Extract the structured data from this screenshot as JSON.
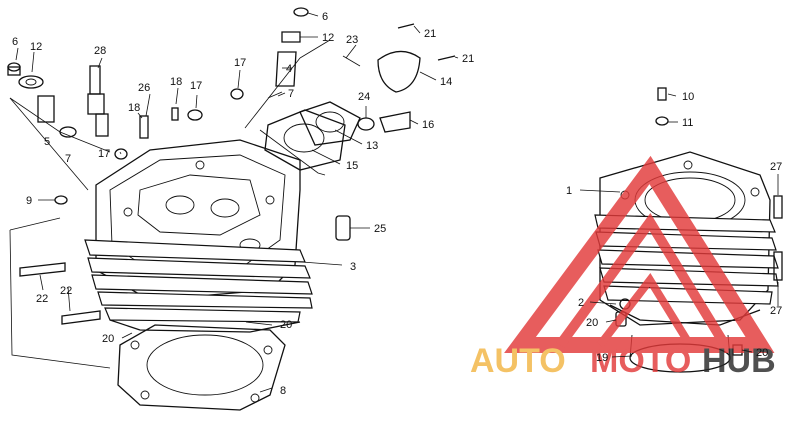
{
  "diagram": {
    "callouts": [
      {
        "id": "c6a",
        "text": "6"
      },
      {
        "id": "c12a",
        "text": "12"
      },
      {
        "id": "c5",
        "text": "5"
      },
      {
        "id": "c7a",
        "text": "7"
      },
      {
        "id": "c28",
        "text": "28"
      },
      {
        "id": "c26",
        "text": "26"
      },
      {
        "id": "c18a",
        "text": "18"
      },
      {
        "id": "c17a",
        "text": "17"
      },
      {
        "id": "c18b",
        "text": "18"
      },
      {
        "id": "c17b",
        "text": "17"
      },
      {
        "id": "c17c",
        "text": "17"
      },
      {
        "id": "c9",
        "text": "9"
      },
      {
        "id": "c22a",
        "text": "22"
      },
      {
        "id": "c22b",
        "text": "22"
      },
      {
        "id": "c20a",
        "text": "20"
      },
      {
        "id": "c20b",
        "text": "20"
      },
      {
        "id": "c8",
        "text": "8"
      },
      {
        "id": "c3",
        "text": "3"
      },
      {
        "id": "c25",
        "text": "25"
      },
      {
        "id": "c15",
        "text": "15"
      },
      {
        "id": "c13",
        "text": "13"
      },
      {
        "id": "c16",
        "text": "16"
      },
      {
        "id": "c24",
        "text": "24"
      },
      {
        "id": "c14",
        "text": "14"
      },
      {
        "id": "c21a",
        "text": "21"
      },
      {
        "id": "c21b",
        "text": "21"
      },
      {
        "id": "c23",
        "text": "23"
      },
      {
        "id": "c6b",
        "text": "6"
      },
      {
        "id": "c12b",
        "text": "12"
      },
      {
        "id": "c4",
        "text": "4"
      },
      {
        "id": "c7b",
        "text": "7"
      },
      {
        "id": "c10",
        "text": "10"
      },
      {
        "id": "c11",
        "text": "11"
      },
      {
        "id": "c1",
        "text": "1"
      },
      {
        "id": "c27a",
        "text": "27"
      },
      {
        "id": "c27b",
        "text": "27"
      },
      {
        "id": "c2",
        "text": "2"
      },
      {
        "id": "c20c",
        "text": "20"
      },
      {
        "id": "c19",
        "text": "19"
      },
      {
        "id": "c20d",
        "text": "20"
      }
    ]
  },
  "watermark": {
    "word_left": "AUTO",
    "word_mid": "MOTO",
    "word_right": "HUB",
    "colors": {
      "red": "#e23a3a",
      "gold": "#f2b544",
      "dark": "#2a2a2a"
    }
  }
}
